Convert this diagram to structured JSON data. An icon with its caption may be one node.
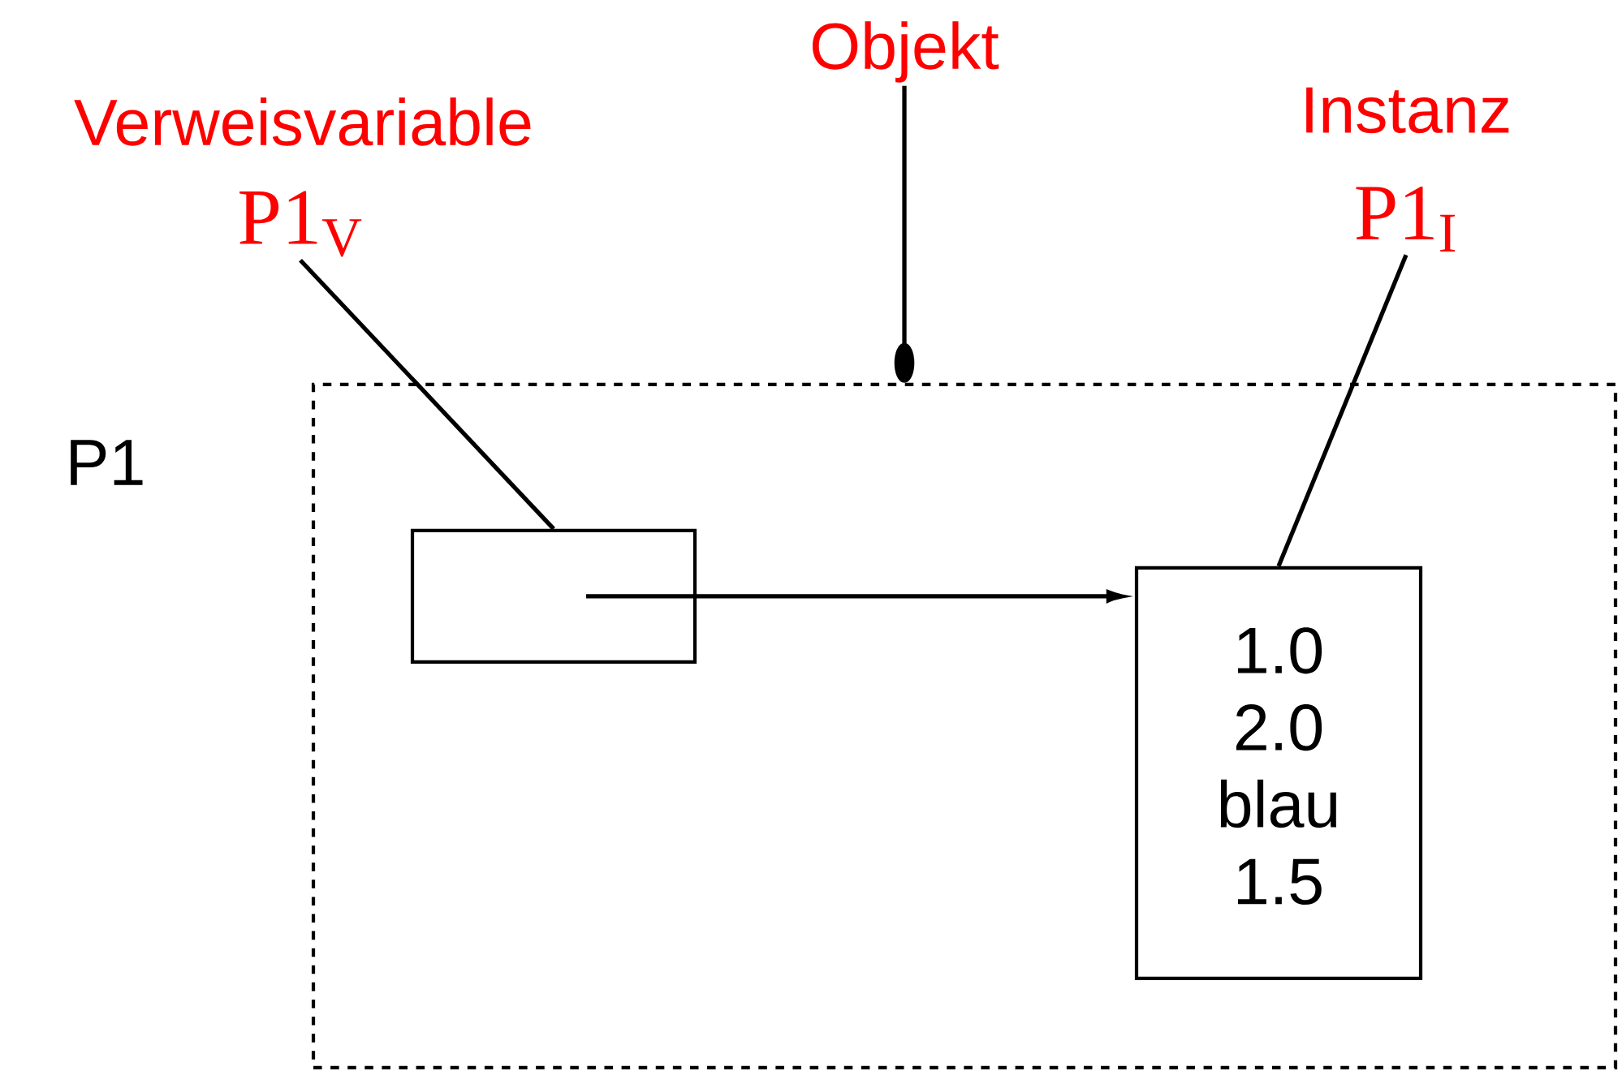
{
  "diagram": {
    "nodes": [
      {
        "text": [
          "P1"
        ]
      },
      {
        "text": [],
        "shape": "box",
        "in": 0
      },
      {
        "text": [
          "1.0",
          "2.0",
          "blau",
          "1.5"
        ],
        "in": 0
      },
      {
        "text": [
          "Verweisvariable",
          "P1$_{V}$"
        ]
      },
      {
        "text": [
          "Objekt"
        ]
      },
      {
        "text": [
          "Instanz",
          "P1$_{I}$"
        ]
      }
    ],
    "edges": [
      {
        "from": 1,
        "to": 2,
        "arrow": "to"
      },
      {
        "from": 3,
        "to": 1,
        "arrow": "none"
      },
      {
        "from": 4,
        "to": 0,
        "arrow": "other"
      },
      {
        "from": 5,
        "to": 2,
        "arrow": "none"
      }
    ]
  }
}
